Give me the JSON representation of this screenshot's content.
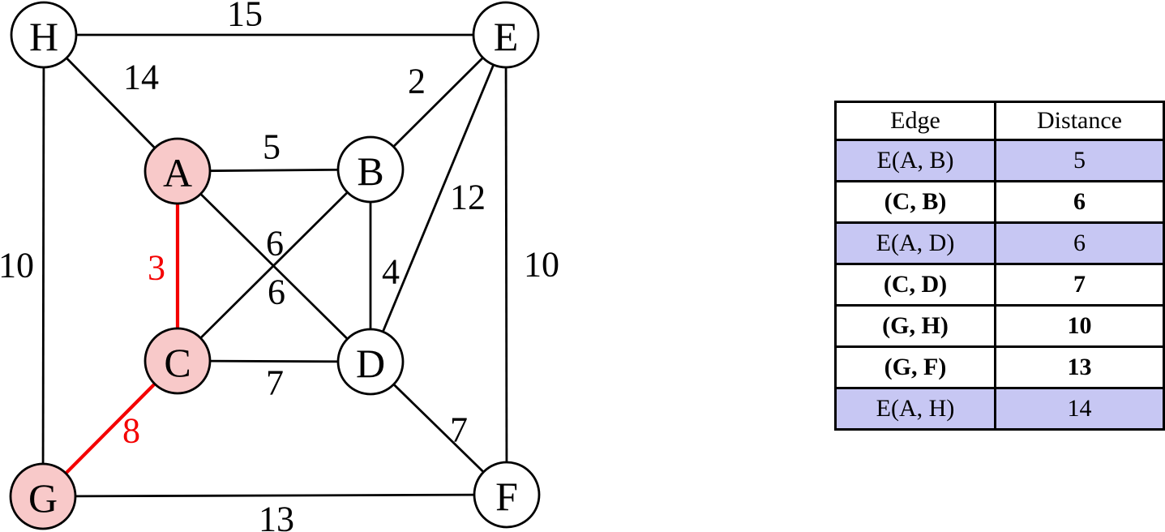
{
  "graph": {
    "nodes": [
      {
        "id": "H",
        "label": "H",
        "highlighted": false
      },
      {
        "id": "E",
        "label": "E",
        "highlighted": false
      },
      {
        "id": "A",
        "label": "A",
        "highlighted": true
      },
      {
        "id": "B",
        "label": "B",
        "highlighted": false
      },
      {
        "id": "C",
        "label": "C",
        "highlighted": true
      },
      {
        "id": "D",
        "label": "D",
        "highlighted": false
      },
      {
        "id": "G",
        "label": "G",
        "highlighted": true
      },
      {
        "id": "F",
        "label": "F",
        "highlighted": false
      }
    ],
    "edges": [
      {
        "from": "H",
        "to": "E",
        "weight": "15",
        "highlighted": false
      },
      {
        "from": "H",
        "to": "A",
        "weight": "14",
        "highlighted": false
      },
      {
        "from": "H",
        "to": "G",
        "weight": "10",
        "highlighted": false
      },
      {
        "from": "E",
        "to": "B",
        "weight": "2",
        "highlighted": false
      },
      {
        "from": "E",
        "to": "D",
        "weight": "12",
        "highlighted": false
      },
      {
        "from": "E",
        "to": "F",
        "weight": "10",
        "highlighted": false
      },
      {
        "from": "A",
        "to": "B",
        "weight": "5",
        "highlighted": false
      },
      {
        "from": "A",
        "to": "C",
        "weight": "3",
        "highlighted": true
      },
      {
        "from": "A",
        "to": "D",
        "weight": "6",
        "highlighted": false
      },
      {
        "from": "C",
        "to": "B",
        "weight": "6",
        "highlighted": false
      },
      {
        "from": "B",
        "to": "D",
        "weight": "4",
        "highlighted": false
      },
      {
        "from": "C",
        "to": "D",
        "weight": "7",
        "highlighted": false
      },
      {
        "from": "C",
        "to": "G",
        "weight": "8",
        "highlighted": true
      },
      {
        "from": "D",
        "to": "F",
        "weight": "7",
        "highlighted": false
      },
      {
        "from": "G",
        "to": "F",
        "weight": "13",
        "highlighted": false
      }
    ]
  },
  "table": {
    "headers": [
      "Edge",
      "Distance"
    ],
    "rows": [
      {
        "edge": "E(A, B)",
        "distance": "5",
        "highlighted": true,
        "bold": false
      },
      {
        "edge": "(C, B)",
        "distance": "6",
        "highlighted": false,
        "bold": true
      },
      {
        "edge": "E(A, D)",
        "distance": "6",
        "highlighted": true,
        "bold": false
      },
      {
        "edge": "(C, D)",
        "distance": "7",
        "highlighted": false,
        "bold": true
      },
      {
        "edge": "(G, H)",
        "distance": "10",
        "highlighted": false,
        "bold": true
      },
      {
        "edge": "(G, F)",
        "distance": "13",
        "highlighted": false,
        "bold": true
      },
      {
        "edge": "E(A, H)",
        "distance": "14",
        "highlighted": true,
        "bold": false
      }
    ]
  },
  "colors": {
    "node_highlight_fill": "#f8c9c9",
    "edge_highlight": "#f40000",
    "row_highlight": "#c7c7f3",
    "edge_default": "#000000",
    "background": "#ffffff"
  }
}
